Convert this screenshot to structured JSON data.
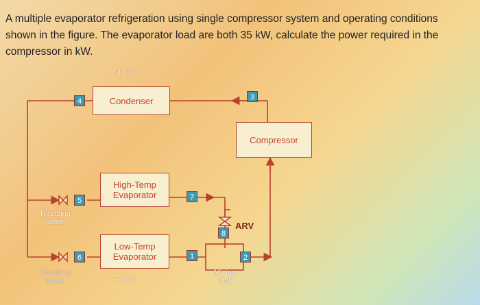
{
  "question": {
    "line1": "A multiple evaporator refrigeration using single compressor system and operating conditions",
    "line2": "shown in the figure. The evaporator load are both 35 kW, calculate the power required in the",
    "line3": "compressor in kW."
  },
  "diagram": {
    "condenser": {
      "label": "Condenser",
      "temp": "40 °C"
    },
    "compressor": {
      "label": "Compressor"
    },
    "high_evap": {
      "line1": "High-Temp",
      "line2": "Evaporator"
    },
    "low_evap": {
      "line1": "Low-Temp",
      "line2": "Evaporator",
      "temp": "−5 °C"
    },
    "throttling_top": {
      "line1": "Throttling",
      "line2": "valve"
    },
    "throttling_bottom": {
      "line1": "Throttling",
      "line2": "valve"
    },
    "mixing": {
      "line1": "Mixing",
      "line2": "Tank"
    },
    "arv": "ARV",
    "states": {
      "s1": "1",
      "s2": "2",
      "s3": "3",
      "s4": "4",
      "s5": "5",
      "s6": "6",
      "s7": "7",
      "s8": "8"
    },
    "colors": {
      "line": "#b8412f",
      "box_bg": "#f7efcf",
      "num_bg": "#3e9ab1"
    }
  }
}
